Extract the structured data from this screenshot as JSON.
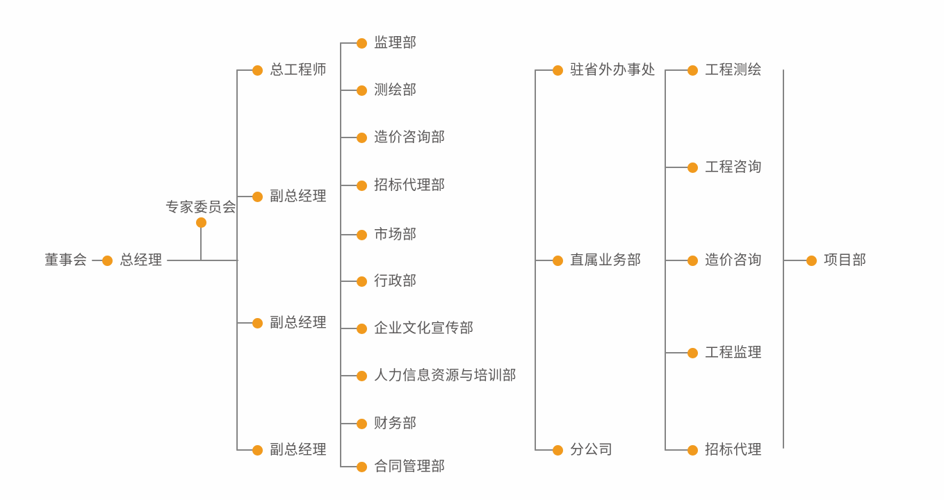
{
  "colors": {
    "accent_orange": "#F19A1E",
    "connector_gray": "#858585",
    "label_gray": "#595757"
  },
  "org_chart": {
    "type": "organization-diagram",
    "board": "董事会",
    "general_manager": "总经理",
    "expert_committee": "专家委员会",
    "executives": [
      "总工程师",
      "副总经理",
      "副总经理",
      "副总经理"
    ],
    "departments": [
      "监理部",
      "测绘部",
      "造价咨询部",
      "招标代理部",
      "市场部",
      "行政部",
      "企业文化宣传部",
      "人力信息资源与培训部",
      "财务部",
      "合同管理部"
    ],
    "regional_units": [
      "驻省外办事处",
      "直属业务部",
      "分公司"
    ],
    "business_lines": [
      "工程测绘",
      "工程咨询",
      "造价咨询",
      "工程监理",
      "招标代理"
    ],
    "project_department": "项目部"
  }
}
